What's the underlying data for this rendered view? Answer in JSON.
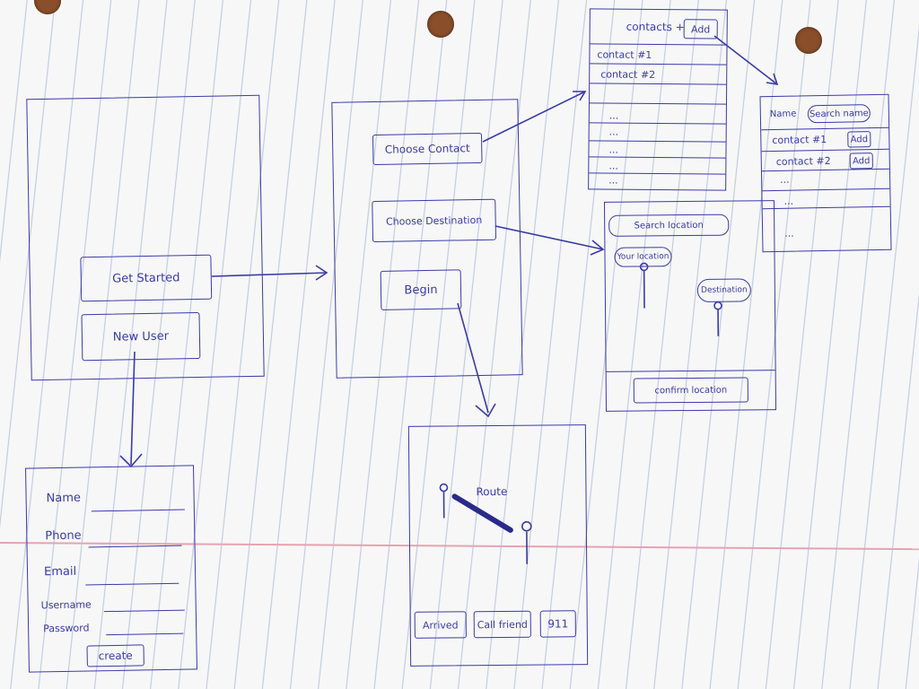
{
  "screen_start": {
    "get_started_label": "Get Started",
    "new_user_label": "New User"
  },
  "screen_signup": {
    "fields": [
      "Name",
      "Phone",
      "Email",
      "Username",
      "Password"
    ],
    "create_label": "create"
  },
  "screen_menu": {
    "choose_contact_label": "Choose Contact",
    "choose_destination_label": "Choose Destination",
    "begin_label": "Begin"
  },
  "screen_contacts": {
    "header_label": "contacts +",
    "add_label": "Add",
    "rows": [
      "contact #1",
      "contact #2",
      "...",
      "...",
      "...",
      "...",
      "..."
    ]
  },
  "screen_search_contacts": {
    "name_label": "Name",
    "search_placeholder": "Search name",
    "rows": [
      {
        "label": "contact #1",
        "add": "Add"
      },
      {
        "label": "contact #2",
        "add": "Add"
      },
      {
        "label": "...",
        "add": ""
      },
      {
        "label": "...",
        "add": ""
      },
      {
        "label": "...",
        "add": ""
      }
    ]
  },
  "screen_map": {
    "search_placeholder": "Search location",
    "current_pin_label": "Your location",
    "destination_pin_label": "Destination",
    "confirm_label": "confirm location"
  },
  "screen_route": {
    "route_label": "Route",
    "arrived_label": "Arrived",
    "call_friend_label": "Call friend",
    "emergency_label": "911"
  }
}
